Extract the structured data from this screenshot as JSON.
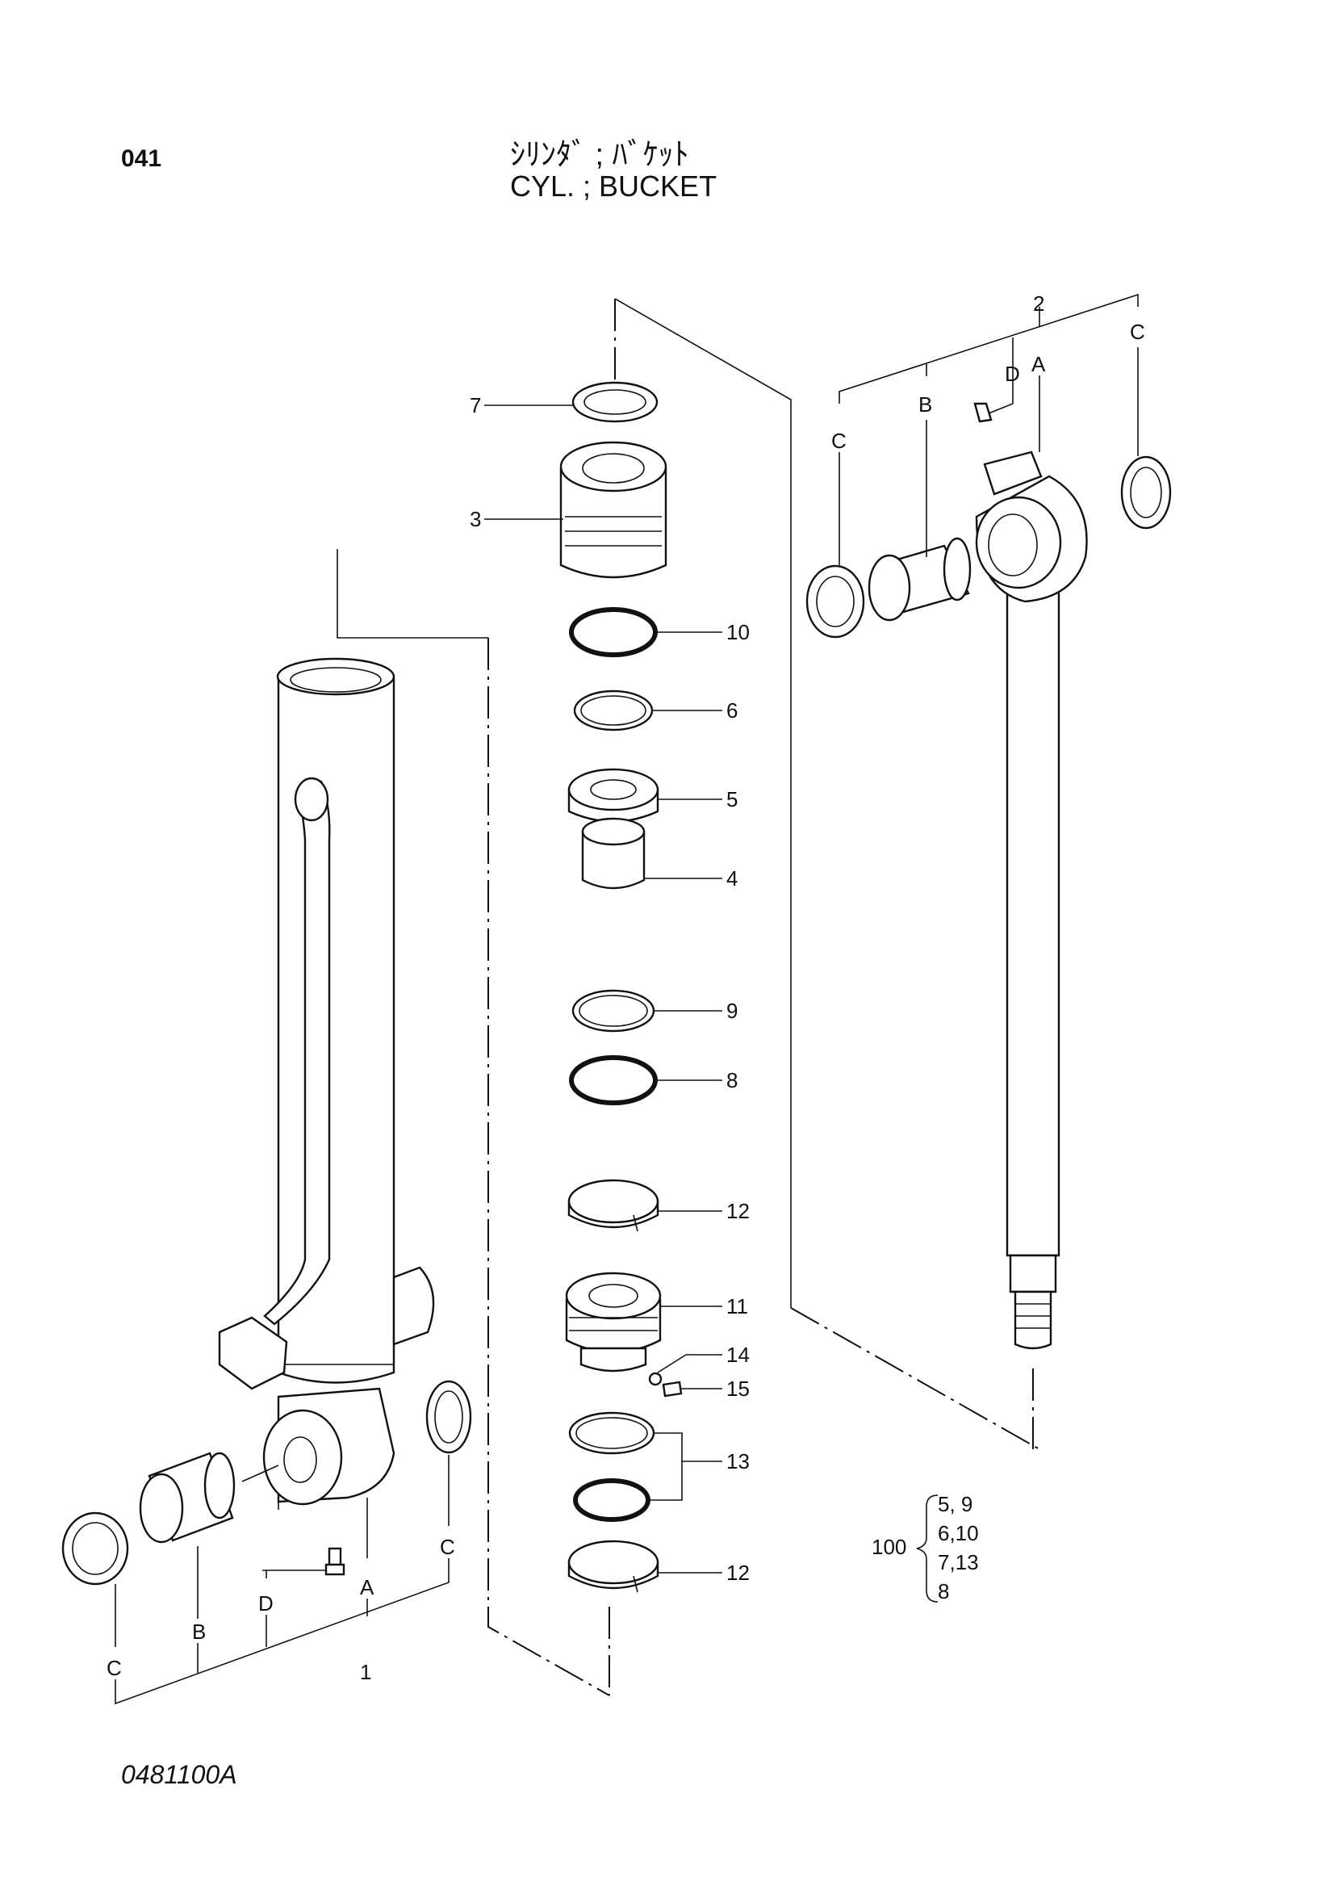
{
  "header": {
    "page_number": "041",
    "title_jp": "ｼﾘﾝﾀﾞ ; ﾊﾞｹｯﾄ",
    "title_en": "CYL. ; BUCKET"
  },
  "footer": {
    "drawing_number": "0481100A"
  },
  "callouts": {
    "c1": "1",
    "c2": "2",
    "c3": "3",
    "c4": "4",
    "c5": "5",
    "c6": "6",
    "c7": "7",
    "c8": "8",
    "c9": "9",
    "c10": "10",
    "c11": "11",
    "c12a": "12",
    "c12b": "12",
    "c13": "13",
    "c14": "14",
    "c15": "15"
  },
  "letters": {
    "a_left": "A",
    "b_left": "B",
    "c_left1": "C",
    "c_left2": "C",
    "d_left": "D",
    "a_right": "A",
    "b_right": "B",
    "c_right1": "C",
    "c_right2": "C",
    "d_right": "D"
  },
  "kit": {
    "number": "100",
    "items": [
      "5, 9",
      "6,10",
      "7,13",
      "8"
    ]
  }
}
